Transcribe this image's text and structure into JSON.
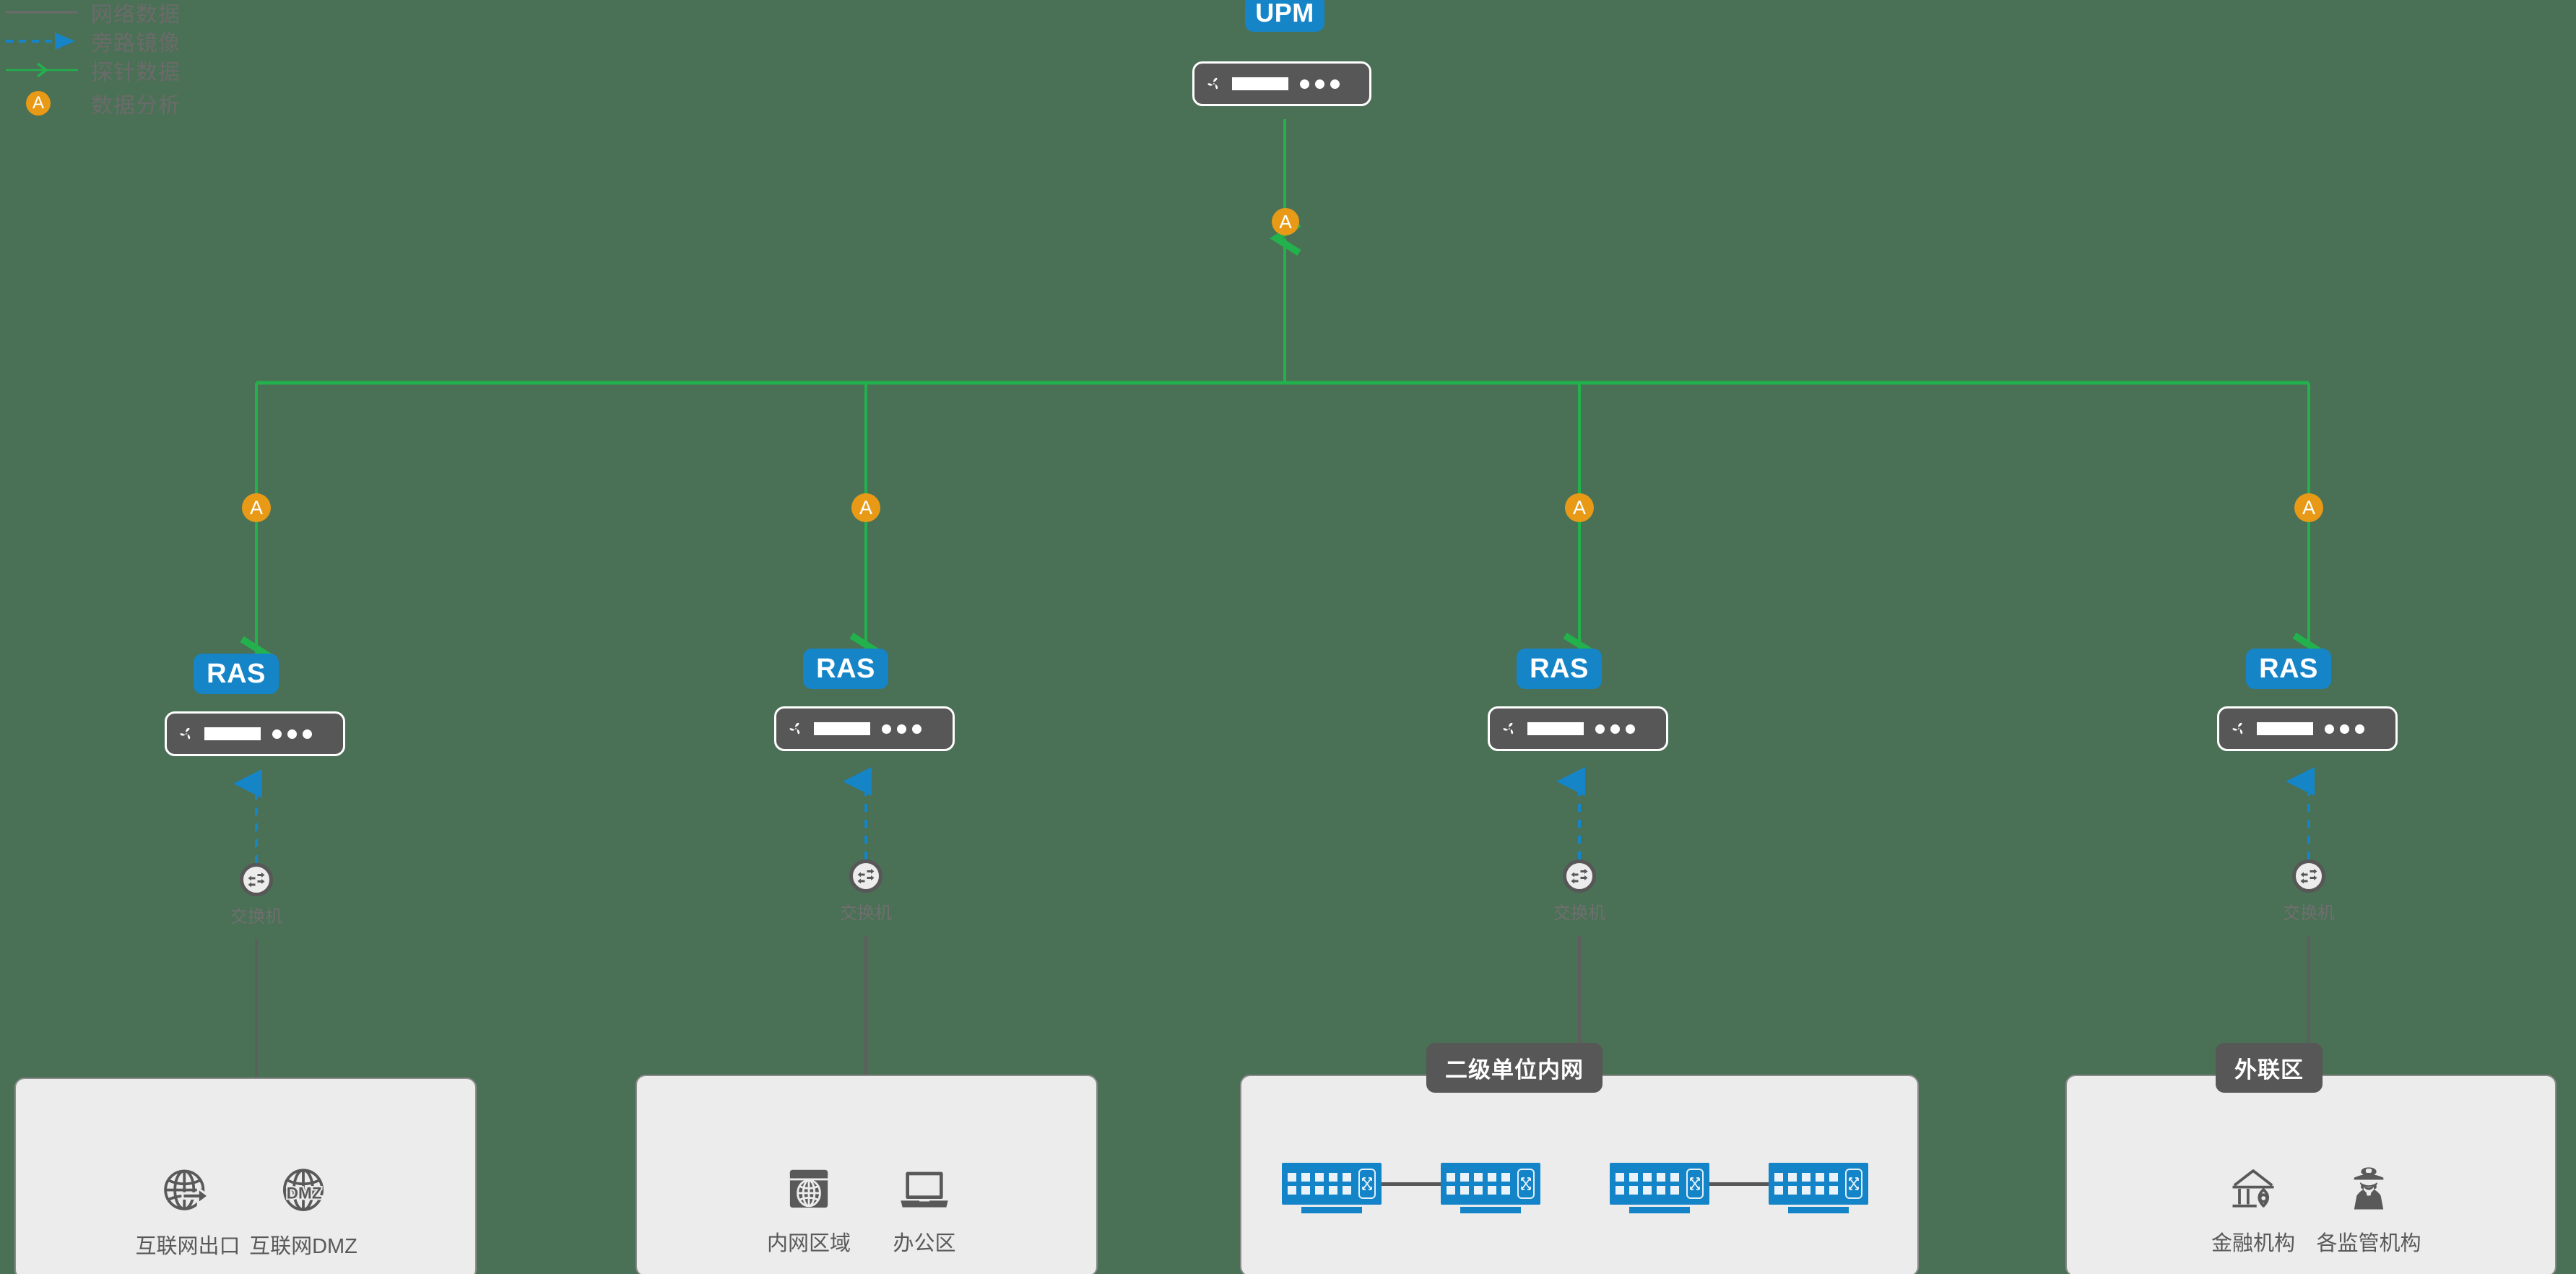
{
  "legend": {
    "items": [
      {
        "id": "network-data",
        "label": "网络数据",
        "style": "solid-gray",
        "color": "#6b6b6b"
      },
      {
        "id": "bypass-mirror",
        "label": "旁路镜像",
        "style": "dashed-blue",
        "color": "#1585c8"
      },
      {
        "id": "probe-data",
        "label": "探针数据",
        "style": "solid-green",
        "color": "#22b14c"
      },
      {
        "id": "data-analysis",
        "label": "数据分析",
        "style": "badge-a",
        "color": "#e89a17",
        "badge": "A"
      }
    ]
  },
  "top": {
    "upm_label": "UPM",
    "analysis_badge": "A"
  },
  "branches": [
    {
      "id": "branch-1",
      "ras_label": "RAS",
      "analysis_badge": "A",
      "switch_label": "交换机",
      "zone": {
        "title": null,
        "items": [
          {
            "id": "internet-egress",
            "label": "互联网出口",
            "icon": "globe-arrow-icon"
          },
          {
            "id": "internet-dmz",
            "label": "互联网DMZ",
            "icon": "globe-dmz-icon"
          }
        ]
      }
    },
    {
      "id": "branch-2",
      "ras_label": "RAS",
      "analysis_badge": "A",
      "switch_label": "交换机",
      "zone": {
        "title": null,
        "items": [
          {
            "id": "intranet-area",
            "label": "内网区域",
            "icon": "browser-globe-icon"
          },
          {
            "id": "office-area",
            "label": "办公区",
            "icon": "laptop-icon"
          }
        ]
      }
    },
    {
      "id": "branch-3",
      "ras_label": "RAS",
      "analysis_badge": "A",
      "switch_label": "交换机",
      "zone": {
        "title": "二级单位内网",
        "items": [],
        "racks": [
          {
            "id": "rack-1",
            "icon": "switch-rack-icon"
          },
          {
            "id": "rack-2",
            "icon": "switch-rack-icon"
          },
          {
            "id": "rack-3",
            "icon": "switch-rack-icon"
          },
          {
            "id": "rack-4",
            "icon": "switch-rack-icon"
          }
        ]
      }
    },
    {
      "id": "branch-4",
      "ras_label": "RAS",
      "analysis_badge": "A",
      "switch_label": "交换机",
      "zone": {
        "title": "外联区",
        "items": [
          {
            "id": "financial-institution",
            "label": "金融机构",
            "icon": "bank-icon"
          },
          {
            "id": "regulatory-agencies",
            "label": "各监管机构",
            "icon": "officer-icon"
          }
        ]
      }
    }
  ],
  "colors": {
    "background": "#4a7055",
    "accent_blue": "#1585c8",
    "probe_green": "#22b14c",
    "analysis_orange": "#e89a17",
    "device_gray": "#575757",
    "zone_fill": "#ececec"
  }
}
